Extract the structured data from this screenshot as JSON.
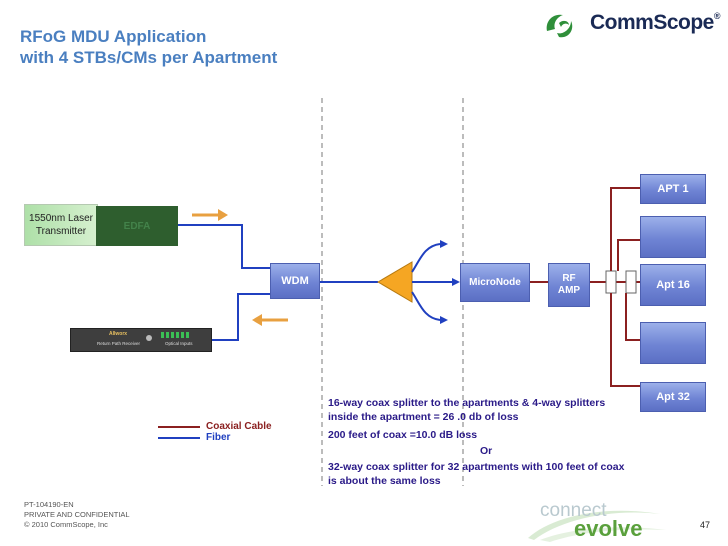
{
  "title": {
    "line1": "RFoG MDU Application",
    "line2": "with 4 STBs/CMs per Apartment"
  },
  "logo": {
    "brand": "CommScope",
    "registered": "®"
  },
  "diagram": {
    "laser_label_1": "1550nm Laser",
    "laser_label_2": "Transmitter",
    "edfa_label": "EDFA",
    "wdm_label": "WDM",
    "micronode_label": "MicroNode",
    "rf_amp_label_1": "RF",
    "rf_amp_label_2": "AMP",
    "apt_top": "APT 1",
    "apt_mid": "Apt 16",
    "apt_bottom": "Apt 32",
    "receiver_brand": "Allworx",
    "receiver_text": "Return Path Receiver",
    "receiver_output": "Optical Inputs"
  },
  "legend": {
    "coax_label": "Coaxial Cable",
    "fiber_label": "Fiber"
  },
  "notes": {
    "line1": "16-way coax splitter to the apartments & 4-way splitters",
    "line2": "inside the apartment = 26 .0 db of loss",
    "line3": "200 feet of coax =10.0 dB loss",
    "line4": "Or",
    "line5": "32-way coax splitter for 32 apartments with 100 feet of coax",
    "line6": "is about the same loss"
  },
  "footer": {
    "doc_id": "PT-104190-EN",
    "confidential": "PRIVATE AND CONFIDENTIAL",
    "copyright": "© 2010 CommScope, Inc"
  },
  "connect_logo": {
    "word1": "connect",
    "word2": "evolve"
  },
  "page_number": "47",
  "colors": {
    "title": "#4a7fc0",
    "coax": "#8b2020",
    "fiber": "#2040c0",
    "arrow": "#e8a040",
    "splitter": "#f5a623"
  }
}
